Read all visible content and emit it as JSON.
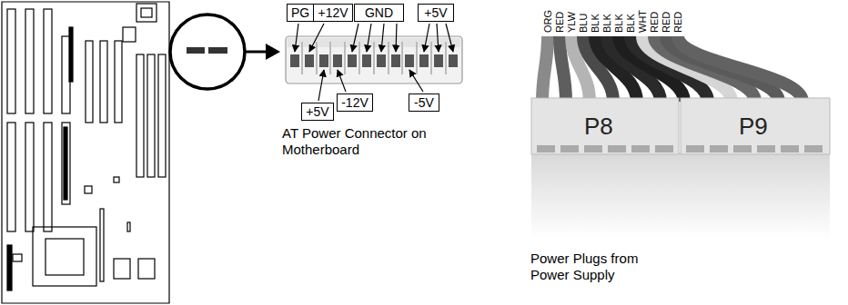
{
  "diagram": {
    "nodes": [
      {
        "text": [
          "PG"
        ]
      },
      {
        "text": [
          "+12V"
        ]
      },
      {
        "text": [
          "GND"
        ]
      },
      {
        "text": [
          "+5V"
        ]
      },
      {
        "text": [
          "+5V"
        ]
      },
      {
        "text": [
          "-12V"
        ]
      },
      {
        "text": [
          "-5V"
        ]
      }
    ],
    "labels": [
      "AT Power Connector on Motherboard",
      "ORG",
      "RED",
      "YLW",
      "BLU",
      "BLK",
      "BLK",
      "BLK",
      "BLK",
      "WHT",
      "RED",
      "RED",
      "RED",
      "P8",
      "P9",
      "Power Plugs from Power Supply"
    ]
  }
}
